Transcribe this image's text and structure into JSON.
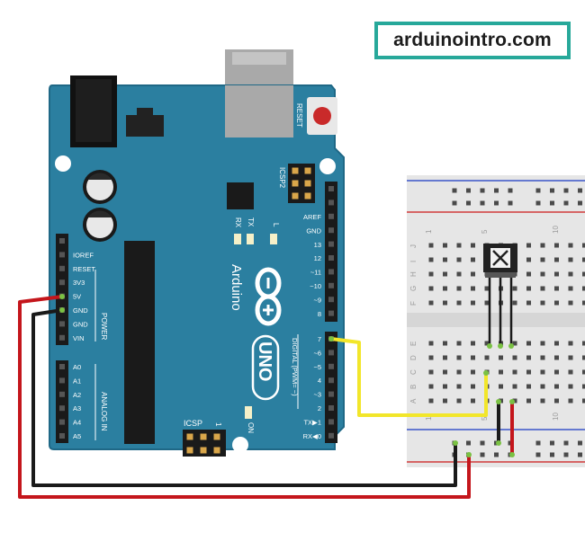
{
  "site": {
    "label": "arduinointro.com"
  },
  "board": {
    "name": "Arduino",
    "model": "UNO",
    "reset_label": "RESET",
    "icsp2_label": "ICSP2",
    "icsp_label": "ICSP",
    "icsp_pin_label": "1",
    "tx_label": "TX",
    "rx_label": "RX",
    "l_label": "L",
    "on_label": "ON",
    "power_header_label": "POWER",
    "analog_header_label": "ANALOG IN",
    "digital_header_label": "DIGITAL (PWM= ~)",
    "power_pins": [
      "IOREF",
      "RESET",
      "3V3",
      "5V",
      "GND",
      "GND",
      "VIN"
    ],
    "analog_pins": [
      "A0",
      "A1",
      "A2",
      "A3",
      "A4",
      "A5"
    ],
    "digital_top_pins": [
      "AREF",
      "GND",
      "13",
      "12",
      "~11",
      "~10",
      "~9",
      "8"
    ],
    "digital_bottom_pins": [
      "7",
      "~6",
      "~5",
      "4",
      "~3",
      "2",
      "TX▶1",
      "RX◀0"
    ]
  },
  "breadboard": {
    "row_letters_top": [
      "J",
      "I",
      "H",
      "G",
      "F"
    ],
    "row_letters_bottom": [
      "E",
      "D",
      "C",
      "B",
      "A"
    ],
    "column_numbers_top": [
      "1",
      "5",
      "10"
    ],
    "column_numbers_bottom": [
      "1",
      "5",
      "10"
    ]
  },
  "colors": {
    "board": "#2b7fa0",
    "board_edge": "#1f6886",
    "wire_5v": "#c4161c",
    "wire_gnd": "#1a1a1a",
    "wire_signal": "#f2e62a",
    "badge_border": "#27a89a"
  }
}
